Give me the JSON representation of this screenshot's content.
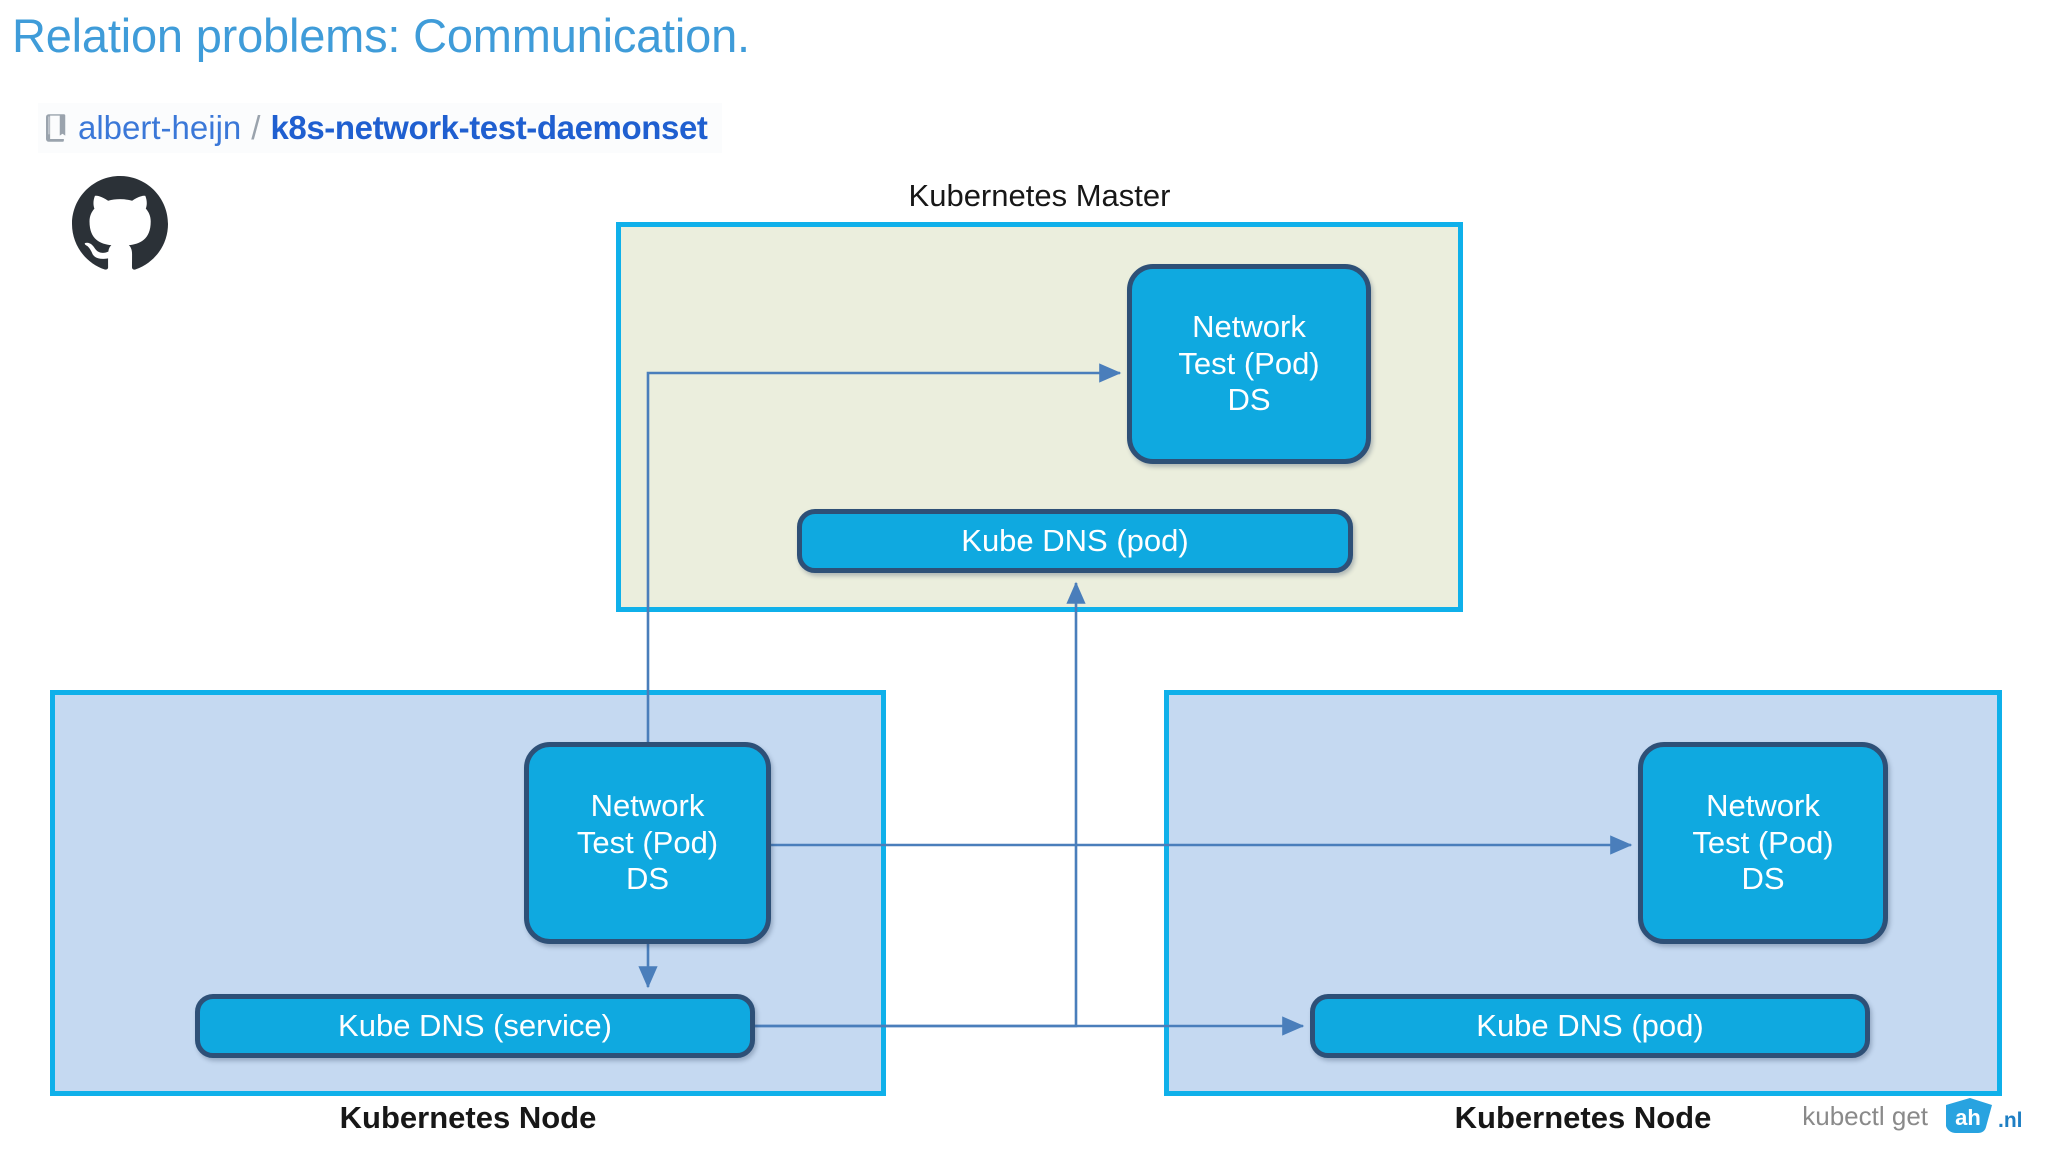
{
  "slide": {
    "title": "Relation problems: Communication."
  },
  "repo": {
    "icon": "repository-book-icon",
    "owner": "albert-heijn",
    "separator": "/",
    "name": "k8s-network-test-daemonset",
    "logo": "github-octocat-logo"
  },
  "diagram": {
    "type": "architecture-diagram",
    "zones": [
      {
        "id": "master",
        "label": "Kubernetes Master",
        "fill": "#ebeedd",
        "border": "#0fb0ea",
        "children": [
          {
            "id": "pod-master",
            "label": "Network\nTest (Pod)\nDS",
            "lines": [
              "Network",
              "Test (Pod)",
              "DS"
            ],
            "shape": "rounded-tall"
          },
          {
            "id": "dns-master",
            "label": "Kube DNS (pod)",
            "lines": [
              "Kube DNS (pod)"
            ],
            "shape": "rounded-bar"
          }
        ]
      },
      {
        "id": "node-left",
        "label": "Kubernetes Node",
        "fill": "#c5d9f1",
        "border": "#0fb0ea",
        "children": [
          {
            "id": "pod-node-left",
            "label": "Network\nTest (Pod)\nDS",
            "lines": [
              "Network",
              "Test (Pod)",
              "DS"
            ],
            "shape": "rounded-tall"
          },
          {
            "id": "dns-node-left",
            "label": "Kube DNS (service)",
            "lines": [
              "Kube DNS (service)"
            ],
            "shape": "rounded-bar"
          }
        ]
      },
      {
        "id": "node-right",
        "label": "Kubernetes Node",
        "fill": "#c5d9f1",
        "border": "#0fb0ea",
        "children": [
          {
            "id": "pod-node-right",
            "label": "Network\nTest (Pod)\nDS",
            "lines": [
              "Network",
              "Test (Pod)",
              "DS"
            ],
            "shape": "rounded-tall"
          },
          {
            "id": "dns-node-right",
            "label": "Kube DNS (pod)",
            "lines": [
              "Kube DNS (pod)"
            ],
            "shape": "rounded-bar"
          }
        ]
      }
    ],
    "connectors": [
      {
        "from": "pod-node-left",
        "to": "pod-master",
        "style": "orthogonal-arrow"
      },
      {
        "from": "pod-node-left",
        "to": "pod-node-right",
        "style": "straight-arrow"
      },
      {
        "from": "pod-node-left",
        "to": "dns-node-left",
        "style": "straight-arrow-down"
      },
      {
        "from": "dns-node-left",
        "to": "dns-node-right",
        "style": "straight-arrow"
      },
      {
        "from": "dns-node-left",
        "to": "dns-master",
        "style": "orthogonal-arrow-up"
      }
    ],
    "colors": {
      "box_fill": "#0fa9e0",
      "box_border": "#2e5077",
      "box_text": "#ffffff",
      "connector": "#4a7ebb",
      "master_fill": "#ebeedd",
      "node_fill": "#c5d9f1",
      "zone_border": "#0fb0ea",
      "title": "#3f9cd9"
    }
  },
  "watermark": {
    "text": "kubectl get",
    "logo": "ah-nl-logo",
    "logo_text": ".nl"
  }
}
